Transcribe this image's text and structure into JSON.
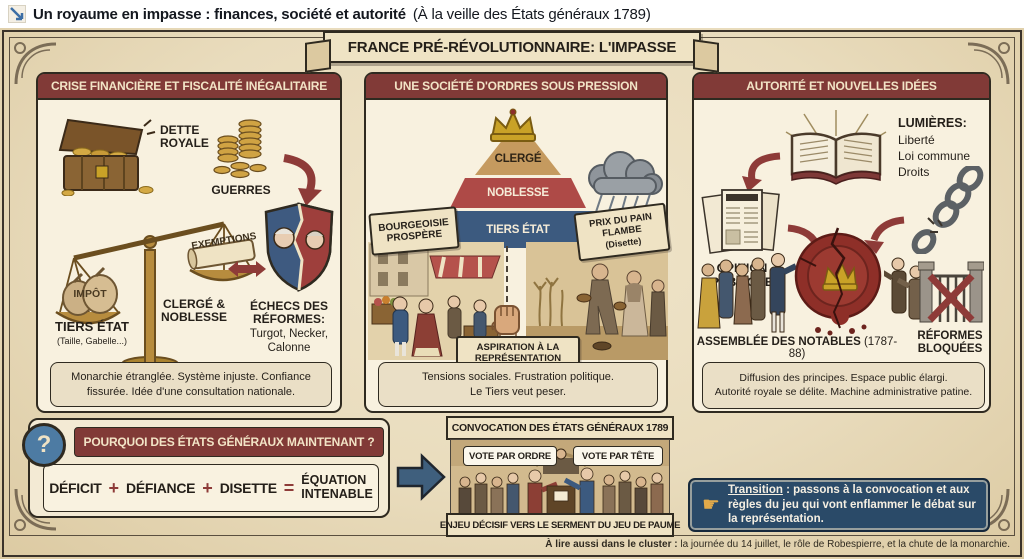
{
  "title": {
    "main": "Un royaume en impasse : finances, société et autorité",
    "sub": "(À la veille des États généraux 1789)"
  },
  "banner": "FRANCE PRÉ-RÉVOLUTIONNAIRE: L'IMPASSE",
  "col_finance": {
    "header": "CRISE FINANCIÈRE ET FISCALITÉ INÉGALITAIRE",
    "dette": "DETTE ROYALE",
    "guerres": "GUERRES",
    "impot": "IMPÔT",
    "tiers": "TIERS ÉTAT",
    "tiers_sub": "(Taille, Gabelle...)",
    "exemptions": "EXEMPTIONS",
    "clerge_noblesse": "CLERGÉ & NOBLESSE",
    "echecs_title": "ÉCHECS DES RÉFORMES:",
    "echecs_names": "Turgot, Necker, Calonne",
    "summary": "Monarchie étranglée. Système injuste. Confiance fissurée. Idée d'une consultation nationale."
  },
  "col_societe": {
    "header": "UNE SOCIÉTÉ D'ORDRES SOUS PRESSION",
    "pyramid": [
      "CLERGÉ",
      "NOBLESSE",
      "TIERS ÉTAT"
    ],
    "bourgeoisie": "BOURGEOISIE PROSPÈRE",
    "pain1": "PRIX DU PAIN FLAMBE",
    "pain2": "(Disette)",
    "aspiration1": "ASPIRATION À LA",
    "aspiration2": "REPRÉSENTATION",
    "summary1": "Tensions sociales. Frustration politique.",
    "summary2": "Le Tiers veut peser."
  },
  "col_autorite": {
    "header": "AUTORITÉ ET NOUVELLES IDÉES",
    "lumieres_title": "LUMIÈRES:",
    "lumieres_items": [
      "Liberté",
      "Loi commune",
      "Droits"
    ],
    "opinion1": "OPINION",
    "opinion2": "PUBLIQUE",
    "notables": "ASSEMBLÉE DES NOTABLES",
    "notables_years": "(1787-88)",
    "reformes1": "RÉFORMES",
    "reformes2": "BLOQUÉES",
    "summary1": "Diffusion des principes. Espace public élargi.",
    "summary2": "Autorité royale se délite. Machine administrative patine."
  },
  "why": {
    "question_mark": "?",
    "header": "POURQUOI DES ÉTATS GÉNÉRAUX MAINTENANT ?",
    "terms": [
      "DÉFICIT",
      "DÉFIANCE",
      "DISETTE"
    ],
    "plus": "+",
    "equals": "=",
    "result1": "ÉQUATION",
    "result2": "INTENABLE"
  },
  "convocation": {
    "title": "CONVOCATION DES ÉTATS GÉNÉRAUX 1789",
    "bubble_left": "VOTE PAR ORDRE",
    "bubble_right": "VOTE PAR TÊTE",
    "banner_bottom": "ENJEU DÉCISIF VERS LE SERMENT DU JEU DE PAUME"
  },
  "transition": {
    "icon": "☛",
    "label": "Transition",
    "text": " : passons à la convocation et aux règles du jeu qui vont enflammer le débat sur la représentation."
  },
  "footer": {
    "prefix": "À lire aussi dans le cluster :",
    "text": " la journée du 14 juillet, le rôle de Robespierre, et la chute de la monarchie."
  },
  "colors": {
    "header_red": "#813a37",
    "seal_red": "#8e2f28",
    "navy": "#2a4a68",
    "steel_blue": "#3f5f7d",
    "parchment": "#e9dcbd",
    "panel_cream": "#f8f1df",
    "gold": "#c9a227",
    "pyramid_clerge": "#c59a5f",
    "pyramid_noblesse": "#ae4a47",
    "pyramid_tiers": "#3c5a7f"
  }
}
